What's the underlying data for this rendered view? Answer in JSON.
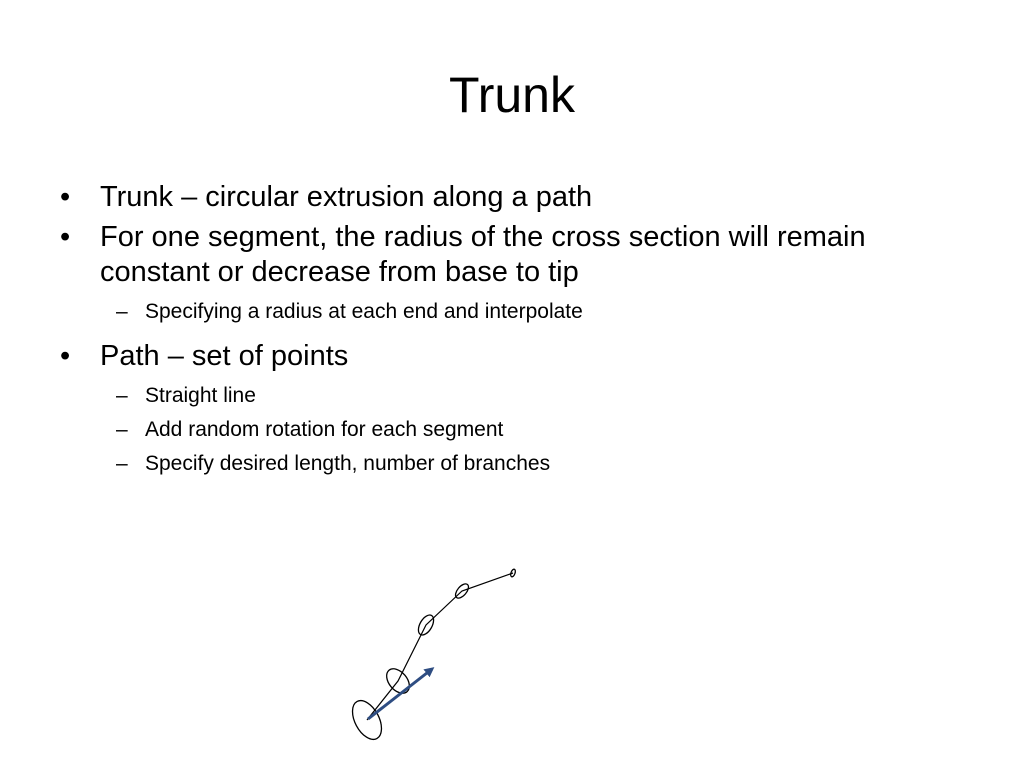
{
  "slide": {
    "title": "Trunk",
    "bullets": [
      {
        "text": "Trunk – circular extrusion along a path",
        "sub": []
      },
      {
        "text": "For one segment, the radius of the cross section will remain constant or decrease from base to tip",
        "sub": [
          "Specifying a radius at each end and interpolate"
        ]
      },
      {
        "text": "Path – set of points",
        "sub": [
          "Straight line",
          "Add random rotation for each segment",
          "Specify desired length, number of branches"
        ]
      }
    ]
  },
  "diagram": {
    "stroke_color": "#000000",
    "arrow_color": "#2e4d82"
  }
}
